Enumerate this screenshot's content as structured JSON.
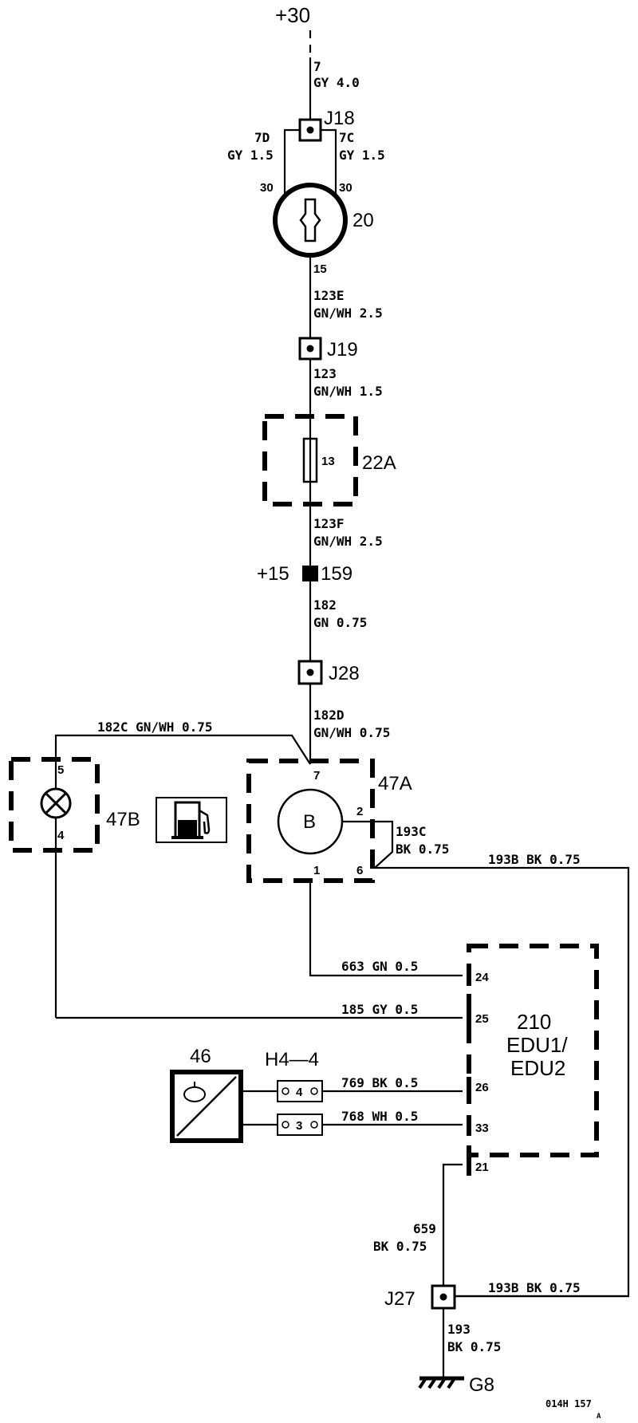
{
  "supply": {
    "top": "+30",
    "ign": "+15"
  },
  "wires": {
    "w7_num": "7",
    "w7_spec": "GY 4.0",
    "w7d_num": "7D",
    "w7d_spec": "GY 1.5",
    "w7c_num": "7C",
    "w7c_spec": "GY 1.5",
    "w123e_num": "123E",
    "w123e_spec": "GN/WH 2.5",
    "w123_num": "123",
    "w123_spec": "GN/WH 1.5",
    "w123f_num": "123F",
    "w123f_spec": "GN/WH 2.5",
    "w182_num": "182",
    "w182_spec": "GN 0.75",
    "w182d_num": "182D",
    "w182d_spec": "GN/WH 0.75",
    "w182c": "182C GN/WH 0.75",
    "w193c_num": "193C",
    "w193c_spec": "BK 0.75",
    "w193b_top": "193B BK 0.75",
    "w663": "663 GN 0.5",
    "w185": "185 GY 0.5",
    "w769": "769 BK 0.5",
    "w768": "768 WH 0.5",
    "w659_num": "659",
    "w659_spec": "BK 0.75",
    "w193b_bot": "193B BK 0.75",
    "w193_num": "193",
    "w193_spec": "BK 0.75"
  },
  "junctions": {
    "j18": "J18",
    "j19": "J19",
    "j28": "J28",
    "j27": "J27",
    "n159": "159"
  },
  "components": {
    "ignition_switch": "20",
    "fuse_box": "22A",
    "fuse_number": "13",
    "fuel_gauge": "47A",
    "gauge_letter": "B",
    "warning_lamp": "47B",
    "fuel_sender": "46",
    "connector": "H4—4",
    "conn_pin_a": "4",
    "conn_pin_b": "3",
    "edu_number": "210",
    "edu_name_1": "EDU1/",
    "edu_name_2": "EDU2",
    "ground": "G8"
  },
  "pins": {
    "sw_30a": "30",
    "sw_30b": "30",
    "sw_15": "15",
    "g7": "7",
    "g2": "2",
    "g1": "1",
    "g6": "6",
    "l5": "5",
    "l4": "4",
    "e24": "24",
    "e25": "25",
    "e26": "26",
    "e33": "33",
    "e21": "21"
  },
  "footer": {
    "code": "014H 157",
    "rev": "A"
  }
}
